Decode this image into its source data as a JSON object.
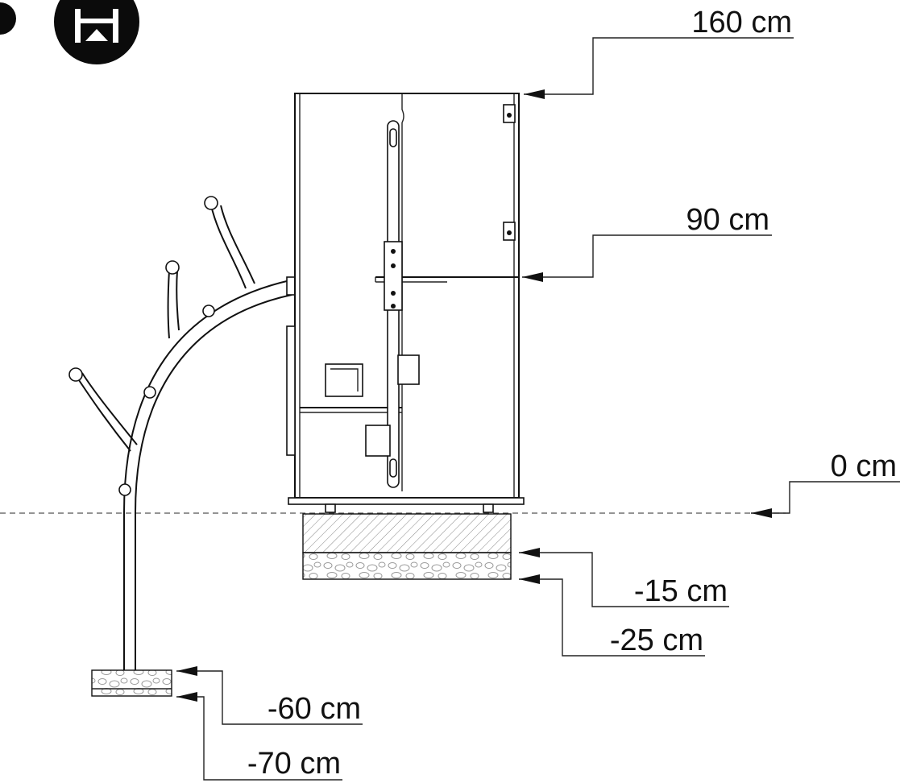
{
  "levels": [
    {
      "id": "l160",
      "label": "160 cm"
    },
    {
      "id": "l90",
      "label": "90 cm"
    },
    {
      "id": "l0",
      "label": "0 cm"
    },
    {
      "id": "lm15",
      "label": "-15 cm"
    },
    {
      "id": "lm25",
      "label": "-25 cm"
    },
    {
      "id": "lm60",
      "label": "-60 cm"
    },
    {
      "id": "lm70",
      "label": "-70 cm"
    }
  ],
  "icons": [
    "round-badge-icon",
    "h-symbol-badge-icon"
  ],
  "colors": {
    "line": "#111111",
    "background": "#ffffff"
  }
}
